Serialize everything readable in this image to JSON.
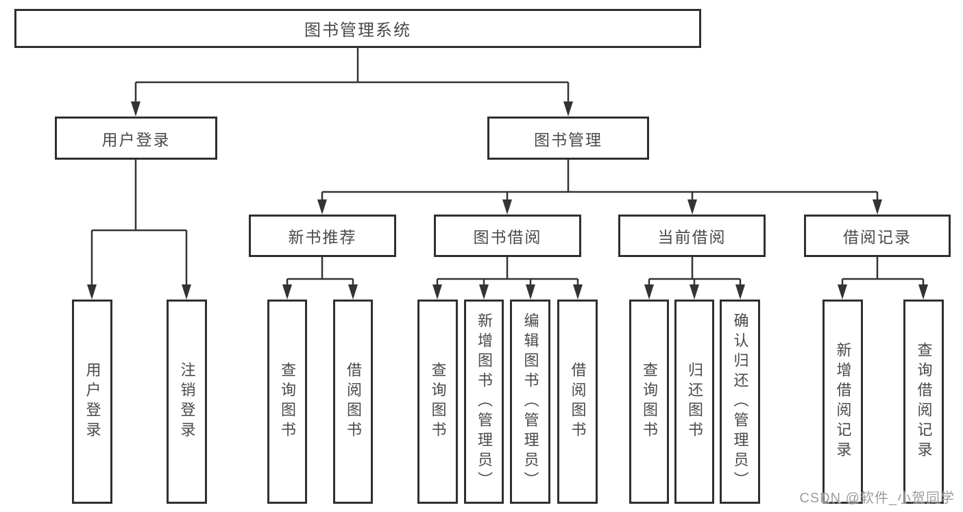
{
  "diagram_title": "图书管理系统",
  "diagram_type": "functional-structure-tree",
  "colors": {
    "line": "#333333",
    "box_border": "#2f2f2f",
    "text": "#4a4a4a",
    "background": "#ffffff",
    "watermark": "#9c9c9c"
  },
  "tree": {
    "root": {
      "label": "图书管理系统",
      "children": [
        {
          "label": "用户登录",
          "children": [
            {
              "label": "用户登录"
            },
            {
              "label": "注销登录"
            }
          ]
        },
        {
          "label": "图书管理",
          "children": [
            {
              "label": "新书推荐",
              "children": [
                {
                  "label": "查询图书"
                },
                {
                  "label": "借阅图书"
                }
              ]
            },
            {
              "label": "图书借阅",
              "children": [
                {
                  "label": "查询图书"
                },
                {
                  "label": "新增图书（管理员）"
                },
                {
                  "label": "编辑图书（管理员）"
                },
                {
                  "label": "借阅图书"
                }
              ]
            },
            {
              "label": "当前借阅",
              "children": [
                {
                  "label": "查询图书"
                },
                {
                  "label": "归还图书"
                },
                {
                  "label": "确认归还（管理员）"
                }
              ]
            },
            {
              "label": "借阅记录",
              "children": [
                {
                  "label": "新增借阅记录"
                },
                {
                  "label": "查询借阅记录"
                }
              ]
            }
          ]
        }
      ]
    }
  },
  "watermark": "CSDN @软件_小贺同学"
}
